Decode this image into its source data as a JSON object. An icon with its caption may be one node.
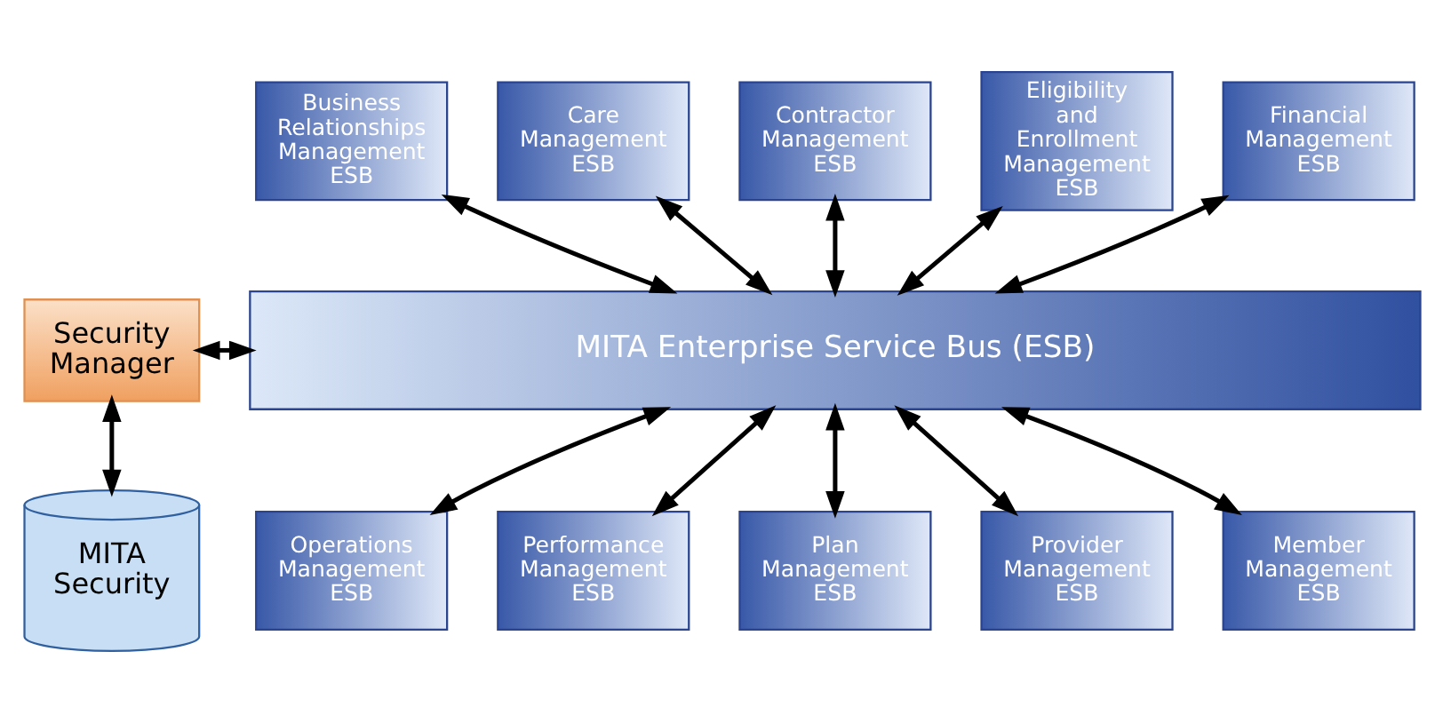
{
  "diagram": {
    "nodes": [
      {
        "text": [
          "Business Relationships Management ESB"
        ]
      },
      {
        "text": [
          "Care Management ESB"
        ]
      },
      {
        "text": [
          "Contractor Management ESB"
        ]
      },
      {
        "text": [
          "Eligibility and Enrollment Management ESB"
        ]
      },
      {
        "text": [
          "Financial Management ESB"
        ]
      },
      {
        "text": [
          "Security Manager"
        ]
      },
      {
        "text": [
          "MITA Enterprise Service Bus (ESB)"
        ]
      },
      {
        "text": [
          "MITA Security"
        ]
      },
      {
        "text": [
          "Member Management ESB"
        ]
      },
      {
        "text": [
          "Operations Management ESB"
        ]
      },
      {
        "text": [
          "Performance Management ESB"
        ]
      },
      {
        "text": [
          "Plan Management ESB"
        ]
      },
      {
        "text": [
          "Provider Management ESB"
        ]
      }
    ],
    "edges": [
      {
        "from": 0,
        "to": 6,
        "arrow": "both"
      },
      {
        "from": 1,
        "to": 6,
        "arrow": "both"
      },
      {
        "from": 2,
        "to": 6,
        "arrow": "both"
      },
      {
        "from": 3,
        "to": 6,
        "arrow": "both"
      },
      {
        "from": 4,
        "to": 6,
        "arrow": "both"
      },
      {
        "from": 5,
        "to": 6,
        "arrow": "both"
      },
      {
        "from": 5,
        "to": 7,
        "arrow": "both"
      },
      {
        "from": 6,
        "to": 8,
        "arrow": "both"
      },
      {
        "from": 6,
        "to": 9,
        "arrow": "both"
      },
      {
        "from": 6,
        "to": 10,
        "arrow": "both"
      },
      {
        "from": 6,
        "to": 11,
        "arrow": "both"
      },
      {
        "from": 6,
        "to": 12,
        "arrow": "both"
      }
    ]
  }
}
